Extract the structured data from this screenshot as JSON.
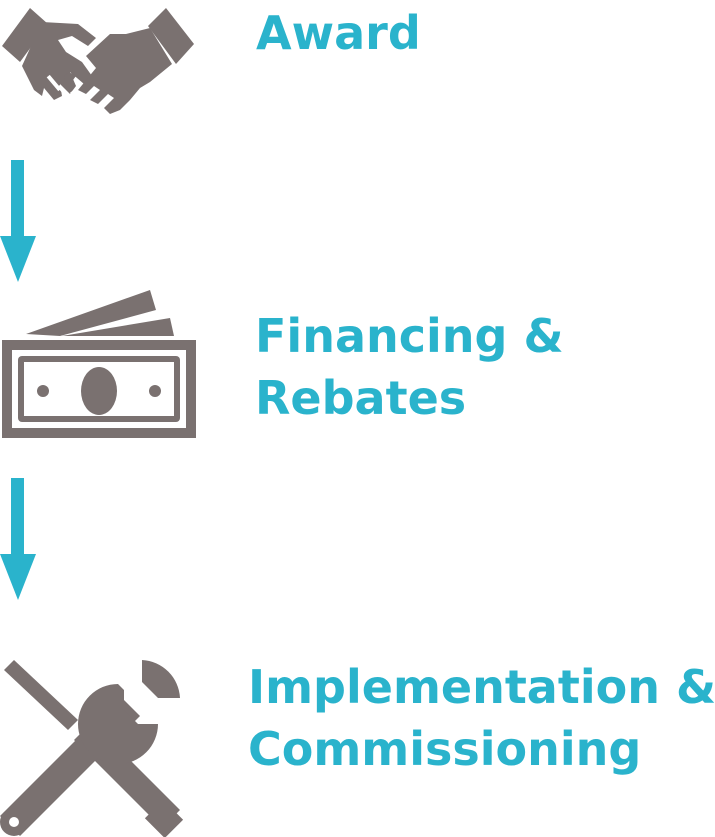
{
  "colors": {
    "accent": "#2ab3cc",
    "icon": "#7a7170"
  },
  "steps": [
    {
      "icon": "handshake-icon",
      "label_lines": [
        "Award"
      ]
    },
    {
      "icon": "money-bill-icon",
      "label_lines": [
        "Financing &",
        "Rebates"
      ]
    },
    {
      "icon": "tools-icon",
      "label_lines": [
        "Implementation &",
        "Commissioning"
      ]
    }
  ],
  "connectors": [
    {
      "icon": "arrow-down-icon"
    },
    {
      "icon": "arrow-down-icon"
    }
  ]
}
